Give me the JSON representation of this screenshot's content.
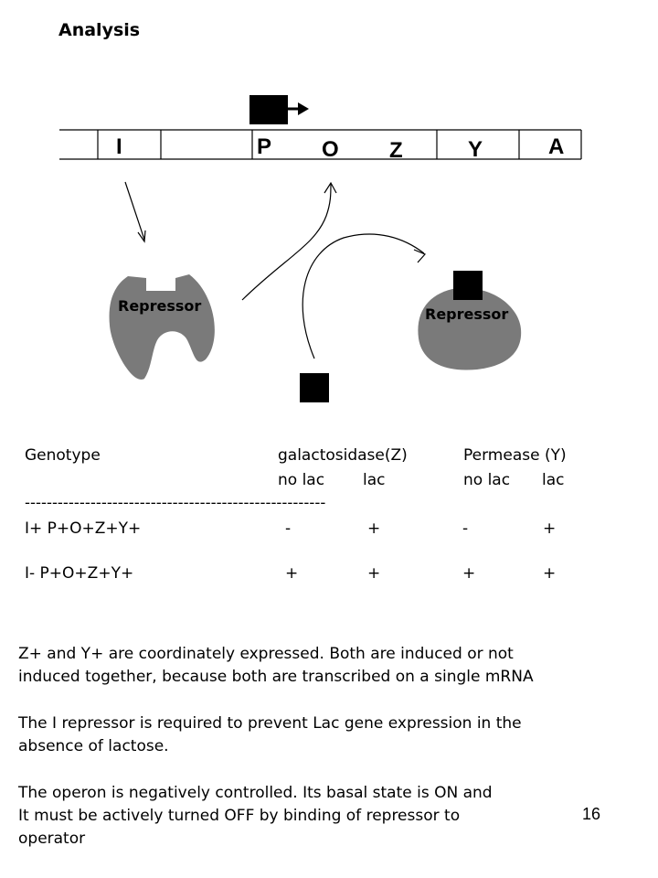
{
  "title": "Analysis",
  "operon": {
    "genes": [
      "I",
      "P",
      "O",
      "Z",
      "Y",
      "A"
    ]
  },
  "repressors": {
    "left_label": "Repressor",
    "right_label": "Repressor"
  },
  "table": {
    "header": {
      "genotype": "Genotype",
      "galactosidase": "galactosidase(Z)",
      "permease": "Permease (Y)",
      "no_lac_1": "no lac",
      "lac_1": "lac",
      "no_lac_2": "no lac",
      "lac_2": "lac"
    },
    "divider": "-------------------------------------------------------",
    "rows": [
      {
        "genotype": "I+ P+O+Z+Y+",
        "z_nolac": "-",
        "z_lac": "+",
        "y_nolac": "-",
        "y_lac": "+"
      },
      {
        "genotype": "I- P+O+Z+Y+",
        "z_nolac": "+",
        "z_lac": "+",
        "y_nolac": "+",
        "y_lac": "+"
      }
    ]
  },
  "paragraphs": [
    {
      "line1": "Z+ and Y+ are coordinately expressed. Both are induced or not",
      "line2": "induced together, because both are transcribed on a single mRNA"
    },
    {
      "line1": "The I repressor is required to prevent Lac gene expression in the",
      "line2": "absence of lactose."
    },
    {
      "line1": "The operon is negatively controlled. Its basal state is ON and",
      "line2": "It must be actively turned OFF by binding of repressor to",
      "line3": "operator"
    }
  ],
  "page_number": "16"
}
